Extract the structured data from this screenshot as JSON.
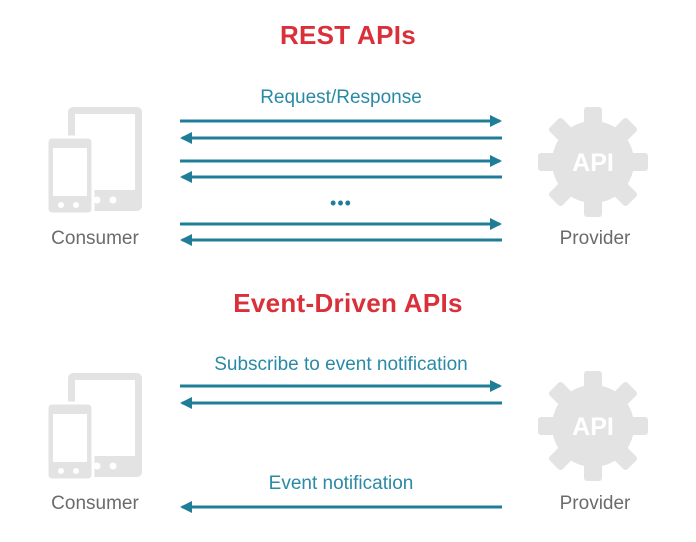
{
  "colors": {
    "title": "#d9303a",
    "arrow": "#1f7d98",
    "arrow_label": "#2a8aa5",
    "icon": "#e3e3e3",
    "icon_text": "#ffffff",
    "label": "#6b6b6b"
  },
  "rest": {
    "title": "REST APIs",
    "arrow_label": "Request/Response",
    "ellipsis": "•••",
    "consumer_label": "Consumer",
    "provider_label": "Provider",
    "provider_icon_text": "API",
    "consumer_icon": "devices-icon",
    "provider_icon": "gear-api-icon"
  },
  "event": {
    "title": "Event-Driven APIs",
    "subscribe_label": "Subscribe to event notification",
    "notification_label": "Event notification",
    "consumer_label": "Consumer",
    "provider_label": "Provider",
    "provider_icon_text": "API",
    "consumer_icon": "devices-icon",
    "provider_icon": "gear-api-icon"
  }
}
